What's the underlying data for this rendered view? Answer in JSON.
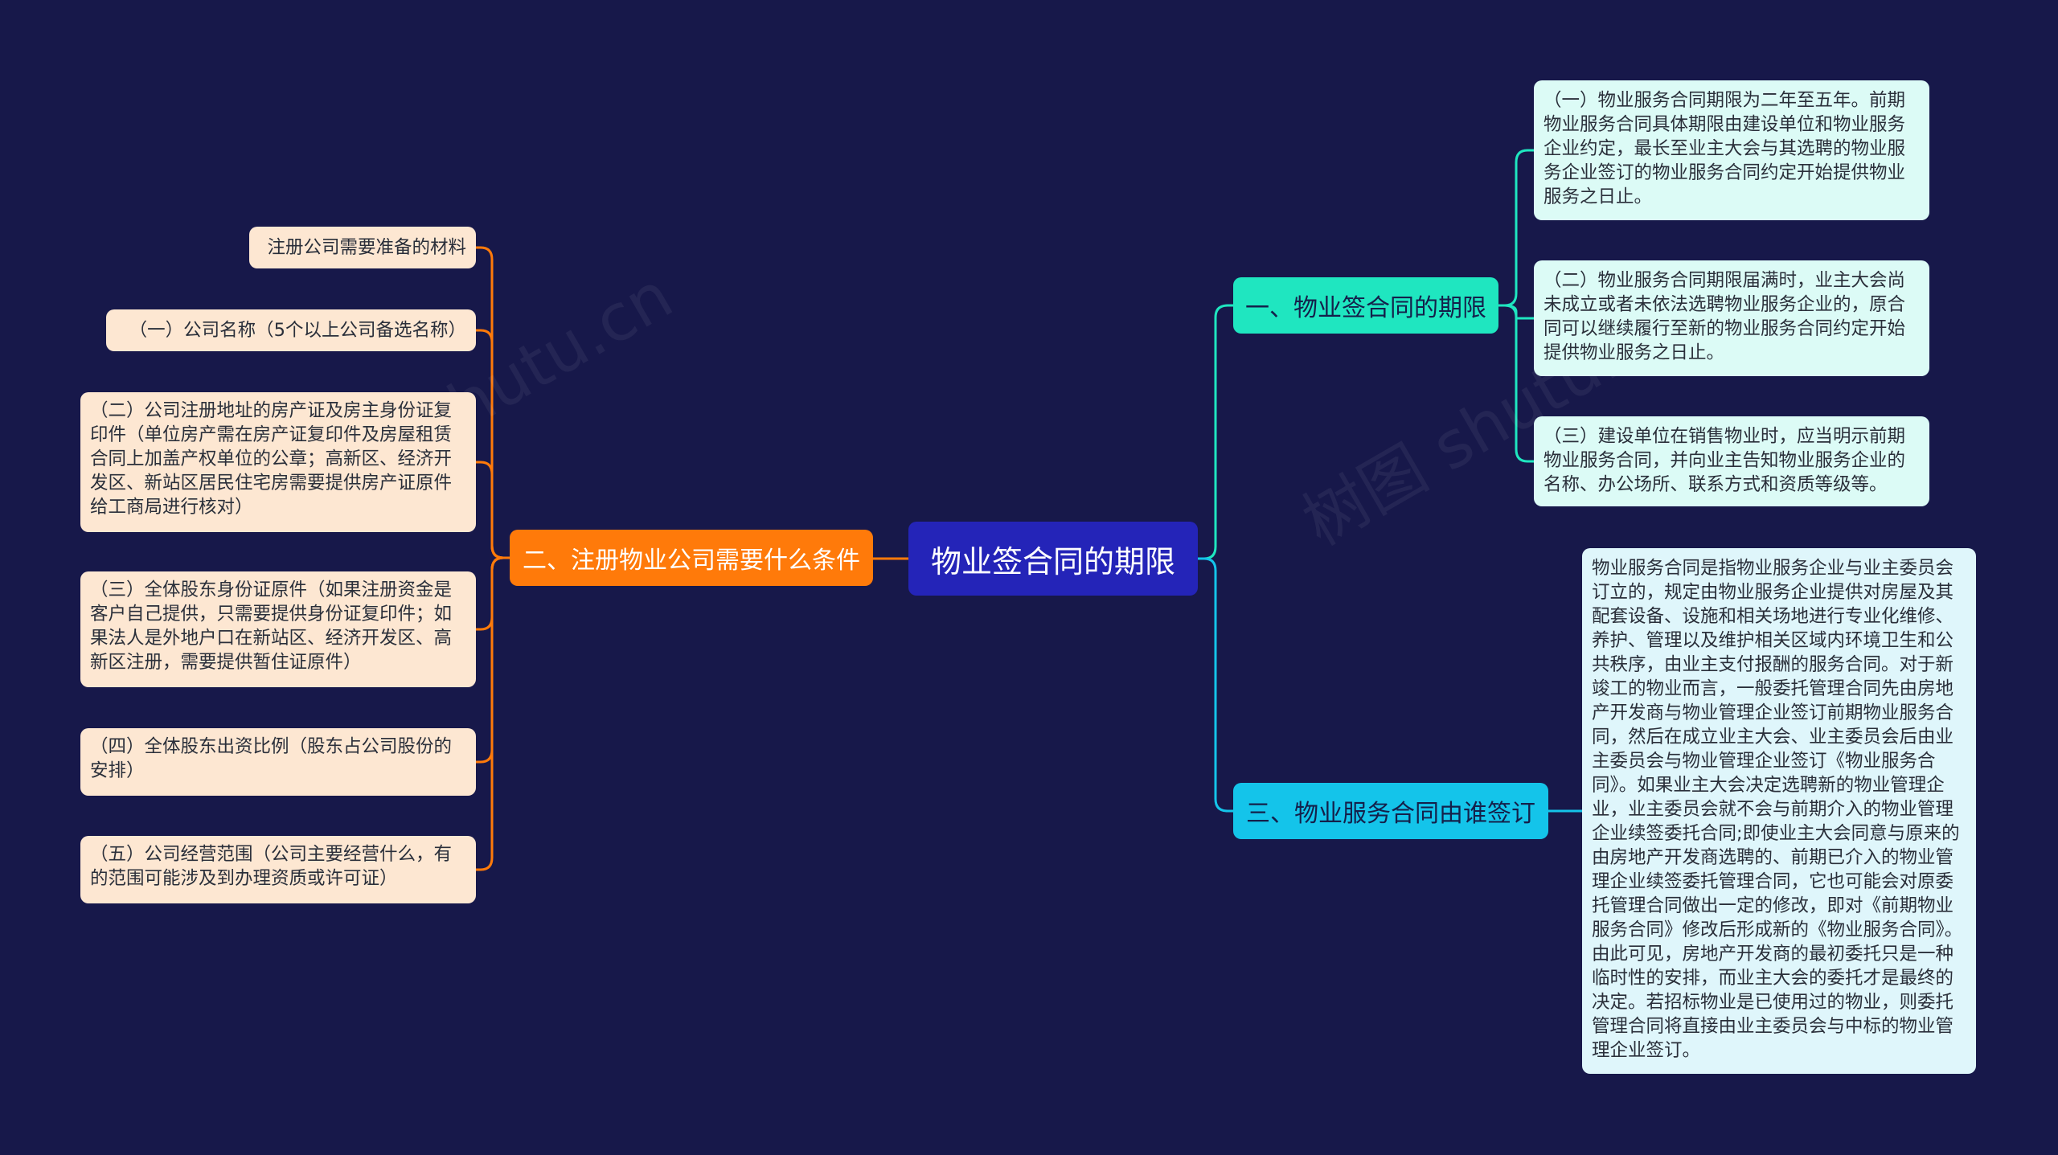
{
  "root": {
    "label": "物业签合同的期限"
  },
  "branch1": {
    "label": "一、物业签合同的期限",
    "items": [
      "（一）物业服务合同期限为二年至五年。前期物业服务合同具体期限由建设单位和物业服务企业约定，最长至业主大会与其选聘的物业服务企业签订的物业服务合同约定开始提供物业服务之日止。",
      "（二）物业服务合同期限届满时，业主大会尚未成立或者未依法选聘物业服务企业的，原合同可以继续履行至新的物业服务合同约定开始提供物业服务之日止。",
      "（三）建设单位在销售物业时，应当明示前期物业服务合同，并向业主告知物业服务企业的名称、办公场所、联系方式和资质等级等。"
    ]
  },
  "branch2": {
    "label": "二、注册物业公司需要什么条件",
    "items": [
      "注册公司需要准备的材料",
      "（一）公司名称（5个以上公司备选名称）",
      "（二）公司注册地址的房产证及房主身份证复印件（单位房产需在房产证复印件及房屋租赁合同上加盖产权单位的公章；高新区、经济开发区、新站区居民住宅房需要提供房产证原件给工商局进行核对）",
      "（三）全体股东身份证原件（如果注册资金是客户自己提供，只需要提供身份证复印件；如果法人是外地户口在新站区、经济开发区、高新区注册，需要提供暂住证原件）",
      "（四）全体股东出资比例（股东占公司股份的安排）",
      "（五）公司经营范围（公司主要经营什么，有的范围可能涉及到办理资质或许可证）"
    ]
  },
  "branch3": {
    "label": "三、物业服务合同由谁签订",
    "items": [
      "物业服务合同是指物业服务企业与业主委员会订立的，规定由物业服务企业提供对房屋及其配套设备、设施和相关场地进行专业化维修、养护、管理以及维护相关区域内环境卫生和公共秩序，由业主支付报酬的服务合同。对于新竣工的物业而言，一般委托管理合同先由房地产开发商与物业管理企业签订前期物业服务合同，然后在成立业主大会、业主委员会后由业主委员会与物业管理企业签订《物业服务合同》。如果业主大会决定选聘新的物业管理企业，业主委员会就不会与前期介入的物业管理企业续签委托合同;即使业主大会同意与原来的由房地产开发商选聘的、前期已介入的物业管理企业续签委托管理合同，它也可能会对原委托管理合同做出一定的修改，即对《前期物业服务合同》修改后形成新的《物业服务合同》。由此可见，房地产开发商的最初委托只是一种临时性的安排，而业主大会的委托才是最终的决定。若招标物业是已使用过的物业，则委托管理合同将直接由业主委员会与中标的物业管理企业签订。"
    ]
  },
  "watermark": {
    "text": "树图 shutu.cn"
  },
  "colors": {
    "background": "#17184a",
    "root": "#2424b8",
    "branch1": "#1fe6c0",
    "branch2": "#ff7a0a",
    "branch3": "#14c4ea"
  }
}
